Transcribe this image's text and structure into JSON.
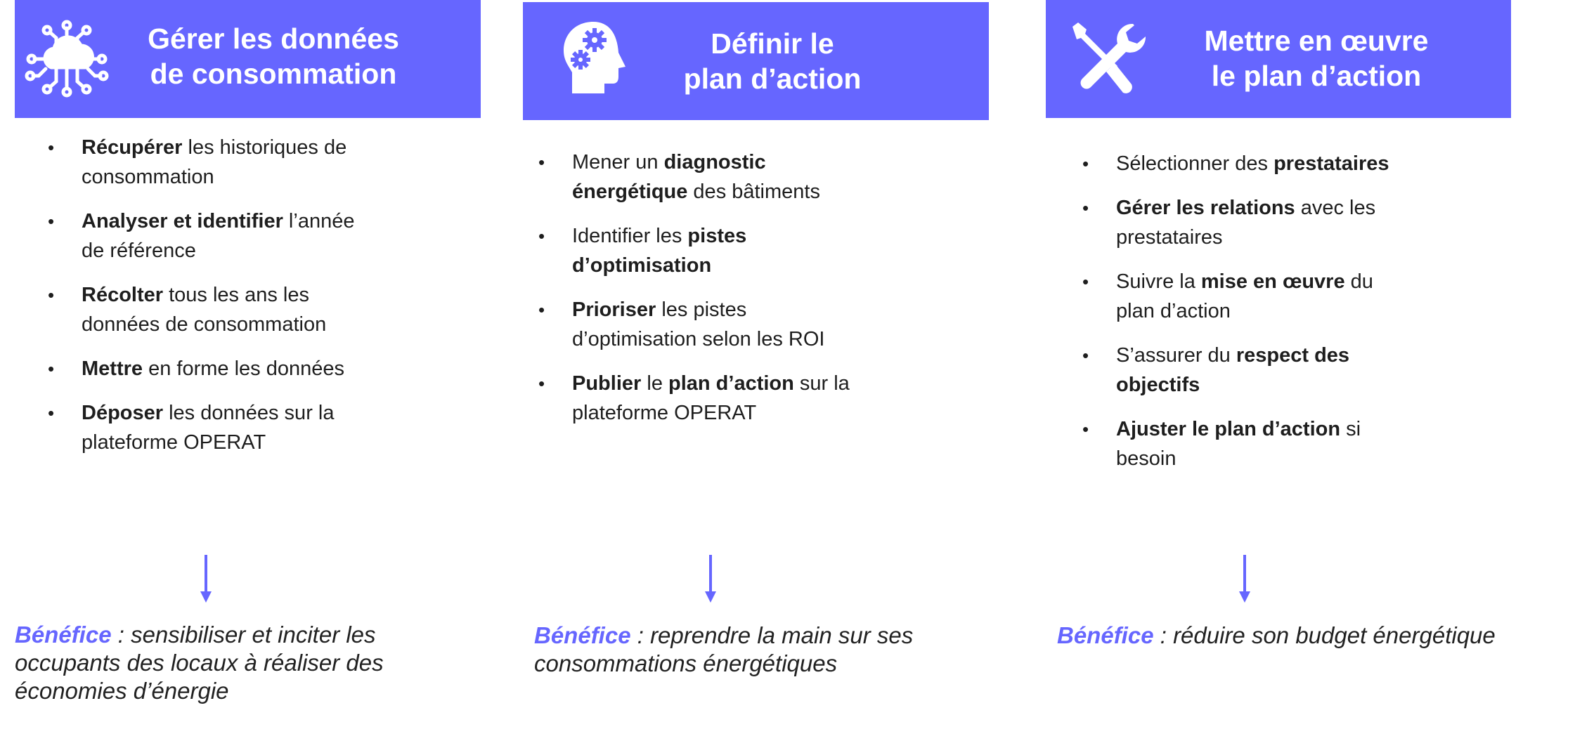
{
  "colors": {
    "accent": "#6666ff"
  },
  "columns": [
    {
      "icon": "cloud-network-icon",
      "title": [
        "Gérer les données",
        "de consommation"
      ],
      "items": [
        [
          {
            "b": "Récupérer"
          },
          {
            "t": " les historiques de"
          },
          {
            "br": 1
          },
          {
            "t": "consommation"
          }
        ],
        [
          {
            "b": "Analyser et identifier"
          },
          {
            "t": " l’année"
          },
          {
            "br": 1
          },
          {
            "t": "de référence"
          }
        ],
        [
          {
            "b": "Récolter"
          },
          {
            "t": " tous les ans les"
          },
          {
            "br": 1
          },
          {
            "t": "données de consommation"
          }
        ],
        [
          {
            "b": "Mettre"
          },
          {
            "t": " en forme les données"
          }
        ],
        [
          {
            "b": "Déposer"
          },
          {
            "t": " les données sur la"
          },
          {
            "br": 1
          },
          {
            "t": "plateforme OPERAT"
          }
        ]
      ],
      "benefit_label": "Bénéfice",
      "benefit_text": " : sensibiliser et inciter les occupants des locaux à réaliser des économies d’énergie"
    },
    {
      "icon": "head-gears-icon",
      "title": [
        "Définir le",
        "plan d’action"
      ],
      "items": [
        [
          {
            "t": "Mener un "
          },
          {
            "b": "diagnostic"
          },
          {
            "br": 1
          },
          {
            "b": "énergétique"
          },
          {
            "t": " des bâtiments"
          }
        ],
        [
          {
            "t": "Identifier les "
          },
          {
            "b": "pistes"
          },
          {
            "br": 1
          },
          {
            "b": "d’optimisation"
          }
        ],
        [
          {
            "b": "Prioriser"
          },
          {
            "t": " les pistes"
          },
          {
            "br": 1
          },
          {
            "t": "d’optimisation selon les ROI"
          }
        ],
        [
          {
            "b": "Publier"
          },
          {
            "t": " le "
          },
          {
            "b": "plan d’action"
          },
          {
            "t": " sur la"
          },
          {
            "br": 1
          },
          {
            "t": "plateforme OPERAT"
          }
        ]
      ],
      "benefit_label": "Bénéfice",
      "benefit_text": " : reprendre la main sur ses consommations énergétiques"
    },
    {
      "icon": "tools-icon",
      "title": [
        "Mettre en œuvre",
        "le plan d’action"
      ],
      "items": [
        [
          {
            "t": "Sélectionner des "
          },
          {
            "b": "prestataires"
          }
        ],
        [
          {
            "b": "Gérer les relations"
          },
          {
            "t": " avec les"
          },
          {
            "br": 1
          },
          {
            "t": "prestataires"
          }
        ],
        [
          {
            "t": "Suivre la "
          },
          {
            "b": "mise en œuvre"
          },
          {
            "t": " du"
          },
          {
            "br": 1
          },
          {
            "t": "plan d’action"
          }
        ],
        [
          {
            "t": "S’assurer du "
          },
          {
            "b": "respect des"
          },
          {
            "br": 1
          },
          {
            "b": "objectifs"
          }
        ],
        [
          {
            "b": "Ajuster le plan d’action"
          },
          {
            "t": " si"
          },
          {
            "br": 1
          },
          {
            "t": "besoin"
          }
        ]
      ],
      "benefit_label": "Bénéfice",
      "benefit_text": " : réduire son budget énergétique"
    }
  ]
}
